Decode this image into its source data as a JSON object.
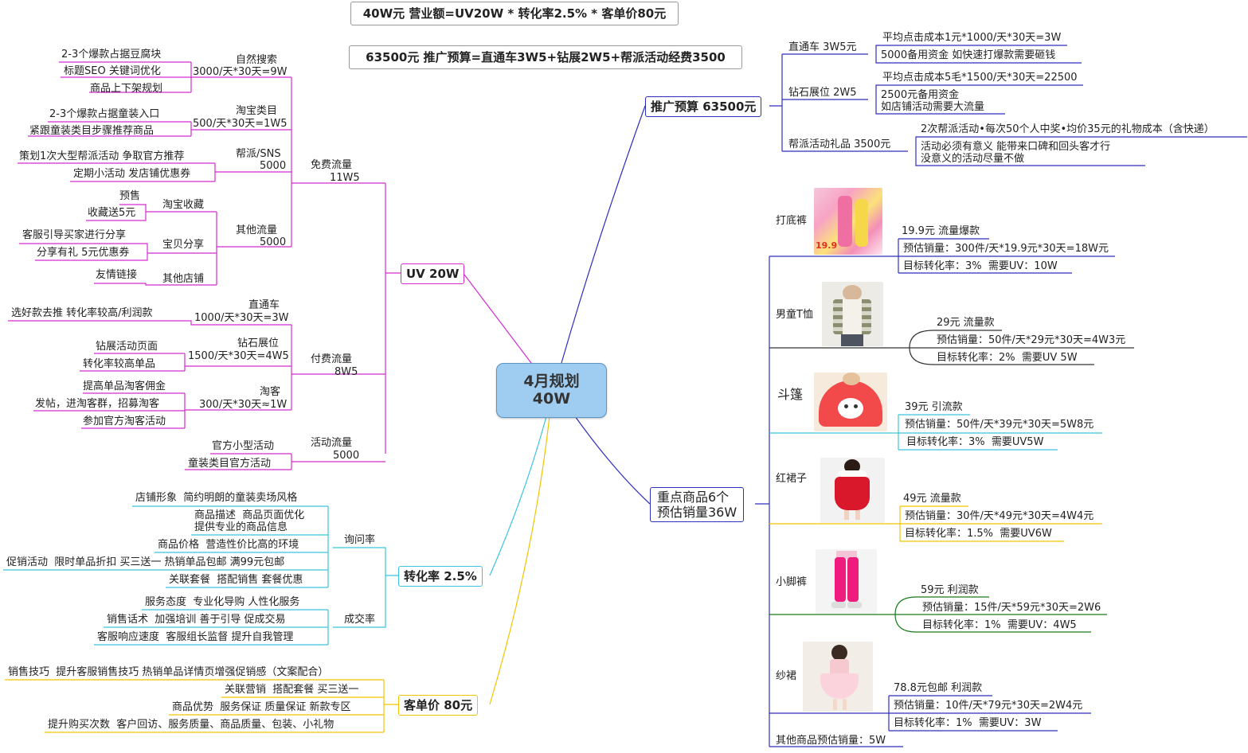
{
  "header": {
    "formula_revenue": "40W元 营业额=UV20W * 转化率2.5% * 客单价80元",
    "formula_budget": "63500元 推广预算=直通车3W5+钻展2W5+帮派活动经费3500"
  },
  "center": {
    "line1": "4月规划",
    "line2": "40W"
  },
  "uv": {
    "label": "UV 20W",
    "free": {
      "label": "免费流量",
      "value": "11W5",
      "natural_search": {
        "label": "自然搜索",
        "value": "3000/天*30天=9W",
        "items": [
          "2-3个爆款占据豆腐块",
          "标题SEO 关键词优化",
          "商品上下架规划"
        ]
      },
      "taobao_category": {
        "label": "淘宝类目",
        "value": "500/天*30天=1W5",
        "items": [
          "2-3个爆款占据童装入口",
          "紧跟童装类目步骤推荐商品"
        ]
      },
      "sns": {
        "label": "帮派/SNS",
        "value": "5000",
        "items": [
          "策划1次大型帮派活动 争取官方推荐",
          "定期小活动 发店铺优惠券"
        ]
      },
      "other": {
        "label": "其他流量",
        "value": "5000",
        "favorites": {
          "label": "淘宝收藏",
          "items": [
            "预售",
            "收藏送5元"
          ]
        },
        "share": {
          "label": "宝贝分享",
          "items": [
            "客服引导买家进行分享",
            "分享有礼 5元优惠券"
          ]
        },
        "other_shop": {
          "label": "其他店铺",
          "items": [
            "友情链接"
          ]
        }
      }
    },
    "paid": {
      "label": "付费流量",
      "value": "8W5",
      "through_train": {
        "label": "直通车",
        "value": "1000/天*30天=3W",
        "items": [
          "选好款去推 转化率较高/利润款"
        ]
      },
      "diamond": {
        "label": "钻石展位",
        "value": "1500/天*30天=4W5",
        "items": [
          "钻展活动页面",
          "转化率较高单品"
        ]
      },
      "taoke": {
        "label": "淘客",
        "value": "300/天*30天≈1W",
        "items": [
          "提高单品淘客佣金",
          "发帖，进淘客群，招募淘客",
          "参加官方淘客活动"
        ]
      }
    },
    "activity": {
      "label": "活动流量",
      "value": "5000",
      "items": [
        "官方小型活动",
        "童装类目官方活动"
      ]
    }
  },
  "conversion": {
    "label": "转化率 2.5%",
    "inquiry": {
      "label": "询问率",
      "items": [
        "店铺形象  简约明朗的童装卖场风格",
        "商品描述  商品页面优化",
        "提供专业的商品信息",
        "商品价格  营造性价比高的环境",
        "促销活动  限时单品折扣 买三送一 热销单品包邮 满99元包邮",
        "关联套餐  搭配销售 套餐优惠"
      ]
    },
    "deal": {
      "label": "成交率",
      "items": [
        "服务态度  专业化导购 人性化服务",
        "销售话术  加强培训 善于引导 促成交易",
        "客服响应速度  客服组长监督 提升自我管理"
      ]
    }
  },
  "aov": {
    "label": "客单价 80元",
    "items": [
      "销售技巧  提升客服销售技巧 热销单品详情页增强促销感（文案配合）",
      "关联营销  搭配套餐 买三送一",
      "商品优势  服务保证 质量保证 新款专区",
      "提升购买次数  客户回访、服务质量、商品质量、包装、小礼物"
    ]
  },
  "promo": {
    "label": "推广预算 63500元",
    "train": {
      "label": "直通车 3W5元",
      "items": [
        "平均点击成本1元*1000/天*30天=3W",
        "5000备用资金 如快速打爆款需要砸钱"
      ]
    },
    "diamond": {
      "label": "钻石展位 2W5",
      "items": [
        "平均点击成本5毛*1500/天*30天=22500",
        "2500元备用资金",
        "如店铺活动需要大流量"
      ]
    },
    "guild": {
      "label": "帮派活动礼品 3500元",
      "items": [
        "2次帮派活动•每次50个人中奖•均价35元的礼物成本（含快递）",
        "活动必须有意义 能带来口碑和回头客才行",
        "没意义的活动尽量不做"
      ]
    }
  },
  "products": {
    "label_line1": "重点商品6个",
    "label_line2": "预估销量36W",
    "items": [
      {
        "name": "打底裤",
        "price": "19.9元 流量爆款",
        "sales": "预估销量：300件/天*19.9元*30天=18W元",
        "target": "目标转化率：3%  需要UV：10W",
        "badge": "19.9"
      },
      {
        "name": "男童T恤",
        "price": "29元 流量款",
        "sales": "预估销量：50件/天*29元*30天=4W3元",
        "target": "目标转化率：2%  需要UV 5W"
      },
      {
        "name": "斗篷",
        "price": "39元 引流款",
        "sales": "预估销量：50件/天*39元*30天=5W8元",
        "target": "目标转化率：3%  需要UV5W"
      },
      {
        "name": "红裙子",
        "price": "49元 流量款",
        "sales": "预估销量：30件/天*49元*30天=4W4元",
        "target": "目标转化率：1.5%  需要UV6W"
      },
      {
        "name": "小脚裤",
        "price": "59元 利润款",
        "sales": "预估销量：15件/天*59元*30天=2W6",
        "target": "目标转化率：1%  需要UV：4W5"
      },
      {
        "name": "纱裙",
        "price": "78.8元包邮 利润款",
        "sales": "预估销量：10件/天*79元*30天=2W4元",
        "target": "目标转化率：1%  需要UV：3W"
      }
    ],
    "other": "其他商品预估销量：5W"
  },
  "colors": {
    "uv": "#d42bd0",
    "conversion": "#3bc4de",
    "aov": "#f2c400",
    "promo": "#2d2fbf",
    "products": "#2d2fbf",
    "p1": "#2d2fbf",
    "p2": "#333333",
    "p3": "#3bc4de",
    "p4": "#f2c400",
    "p5": "#1a7a1a",
    "p6": "#2d2fbf"
  }
}
